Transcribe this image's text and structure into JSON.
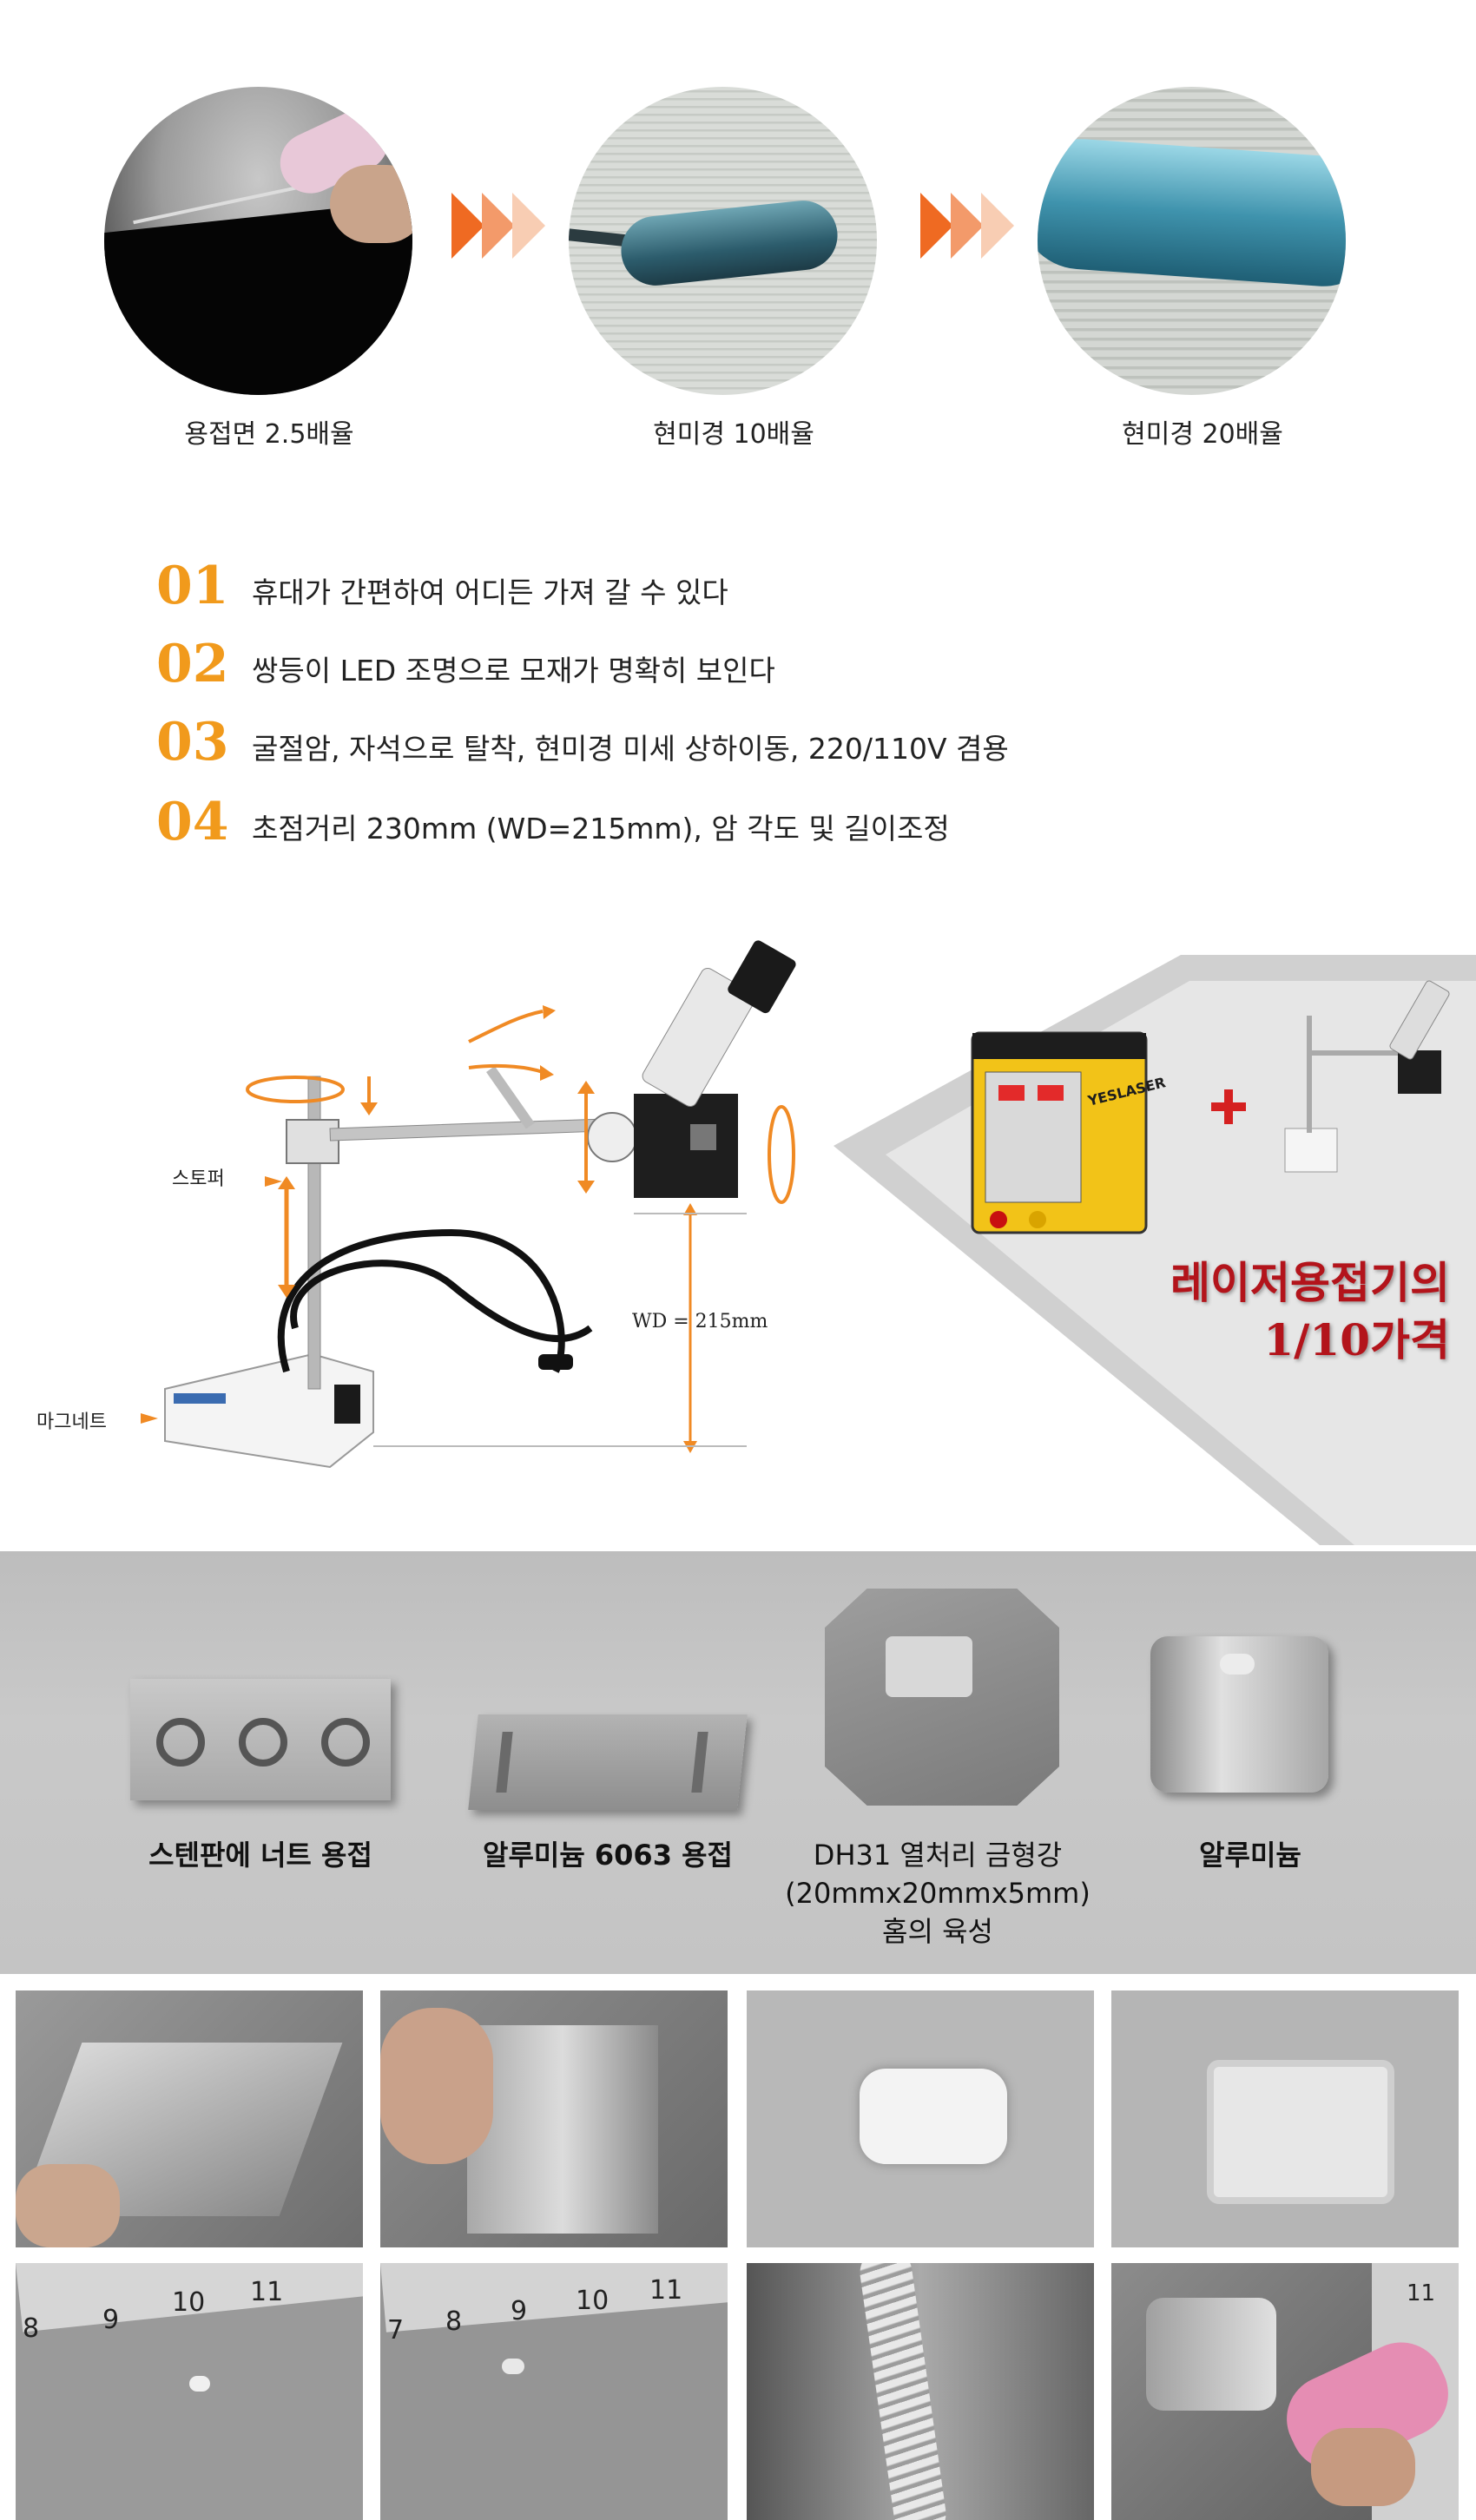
{
  "magnification": {
    "items": [
      {
        "caption": "용접면 2.5배율"
      },
      {
        "caption": "현미경 10배율"
      },
      {
        "caption": "현미경 20배율"
      }
    ],
    "accent": "#ef6a22"
  },
  "features": [
    {
      "num": "01",
      "text": "휴대가 간편하여 어디든 가져 갈 수 있다"
    },
    {
      "num": "02",
      "text": "쌍등이 LED 조명으로 모재가 명확히 보인다"
    },
    {
      "num": "03",
      "text": "굴절암, 자석으로 탈착, 현미경 미세 상하이동, 220/110V 겸용"
    },
    {
      "num": "04",
      "text": "초점거리 230mm (WD=215mm), 암 각도 및 길이조정"
    }
  ],
  "diagram": {
    "stopper_label": "스토퍼",
    "magnet_label": "마그네트",
    "wd_label": "WD = 215mm",
    "welder_brand": "YESLASER",
    "plus": "+"
  },
  "price": {
    "line1": "레이저용접기의",
    "line2": "1/10가격",
    "color": "#b3141b"
  },
  "samples": [
    {
      "caption": "스텐판에 너트 용접"
    },
    {
      "caption": "알루미늄 6063 용접"
    },
    {
      "caption_lines": [
        "DH31 열처리 금형강",
        "(20mmx20mmx5mm)",
        "홈의 육성"
      ]
    },
    {
      "caption": "알루미늄"
    }
  ],
  "ruler_numbers": {
    "photo5": [
      "8",
      "9",
      "10",
      "11"
    ],
    "photo6": [
      "7",
      "8",
      "9",
      "10",
      "11"
    ],
    "photo8": [
      "11"
    ]
  }
}
